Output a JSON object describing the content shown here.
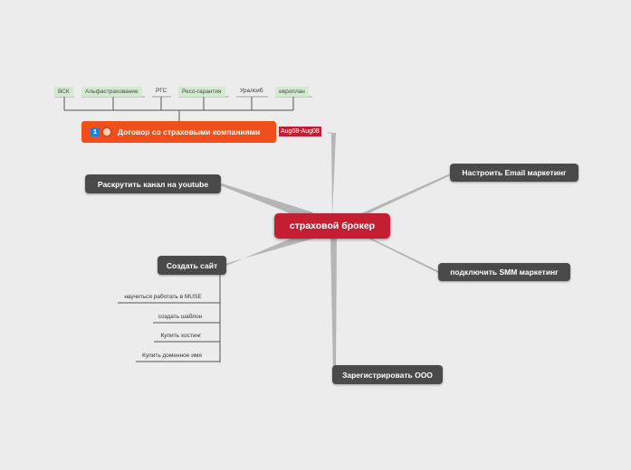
{
  "root": {
    "label": "страховой брокер"
  },
  "main_topics": [
    {
      "id": "contract",
      "label": "Договор со страховыми компаниями",
      "badge": "1",
      "date": "Aug08-Aug08"
    },
    {
      "id": "youtube",
      "label": "Раскрутить канал на youtube"
    },
    {
      "id": "site",
      "label": "Создать сайт"
    },
    {
      "id": "email",
      "label": "Настроить  Email маркетинг"
    },
    {
      "id": "smm",
      "label": "подключить SMM маркетинг"
    },
    {
      "id": "ooo",
      "label": "Зарегистрировать ООО"
    }
  ],
  "companies": [
    "ВСК",
    "Альфастрахование",
    "РГС",
    "Ресо-гарантия",
    "Уралсиб",
    "европлан"
  ],
  "site_subtopics": [
    "научиться работать в MUSE",
    "создать шаблон",
    "Купить хостинг",
    "Купить доменное имя"
  ],
  "colors": {
    "background": "#ececec",
    "root": "#c41e33",
    "topic": "#4a4a4a",
    "highlight": "#f04e1b",
    "tag": "#d3ead0"
  }
}
